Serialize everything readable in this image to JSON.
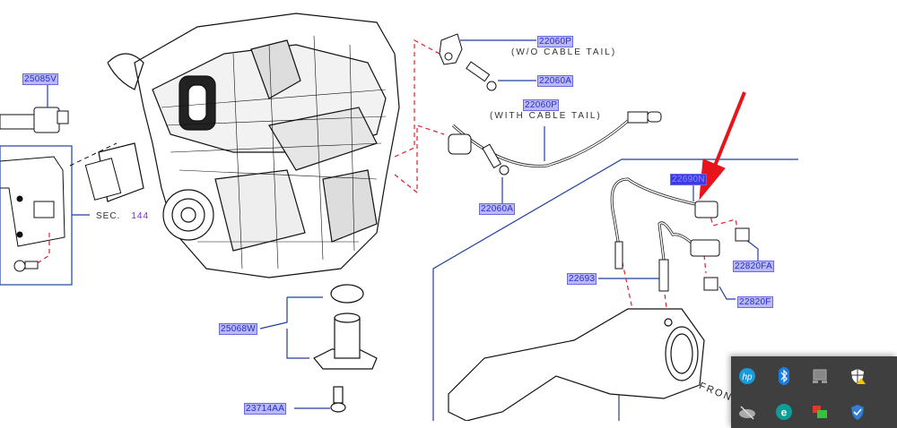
{
  "labels": {
    "p25085v": "25085V",
    "sec_prefix": "SEC.",
    "sec_num": "144",
    "p22060p_a": "22060P",
    "wo_cable_tail": "(W/O CABLE TAIL)",
    "p22060a_a": "22060A",
    "p22060p_b": "22060P",
    "with_cable_tail": "(WITH CABLE TAIL)",
    "p22060a_b": "22060A",
    "p22690n": "22690N",
    "p22820fa": "22820FA",
    "p22820f": "22820F",
    "p22693": "22693",
    "p25068w": "25068W",
    "p23714aa": "23714AA",
    "front": "FRONT"
  },
  "colors": {
    "leader_line": "#1f3f9f",
    "dashed_line": "#e0202a",
    "label_bg": "#b9b9f5",
    "label_text": "#2a2ad0",
    "arrow": "#e8141c",
    "tray_bg": "#3f3f3f"
  },
  "tray": {
    "icons": [
      "hp-icon",
      "bluetooth-icon",
      "display-icon",
      "security-warning-icon",
      "onedrive-off-icon",
      "eset-icon",
      "network-monitor-icon",
      "defender-shield-icon"
    ],
    "hp_text": "hp",
    "eset_text": "e"
  }
}
